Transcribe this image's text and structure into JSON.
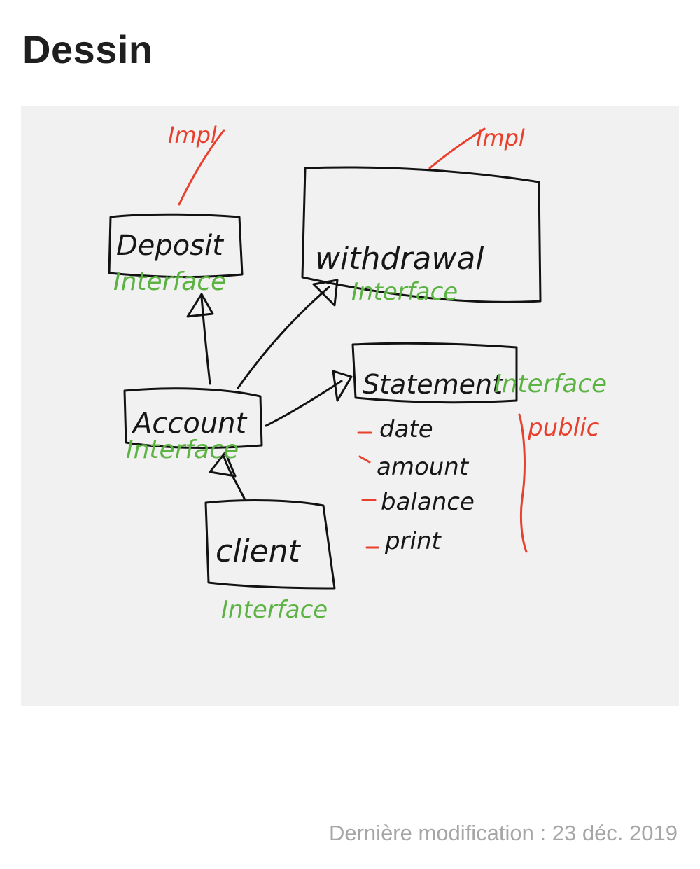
{
  "page": {
    "title": "Dessin",
    "last_modified": "Dernière modification : 23 déc. 2019"
  },
  "drawing": {
    "boxes": {
      "deposit": "Deposit",
      "withdrawal": "withdrawal",
      "account": "Account",
      "statement": "Statement",
      "client": "client"
    },
    "green_labels": {
      "deposit": "Interface",
      "withdrawal": "Interface",
      "account": "Interface",
      "statement": "Interface",
      "client": "Interface"
    },
    "red_labels": {
      "impl_left": "Impl",
      "impl_right": "Impl",
      "public": "public"
    },
    "statement_fields": [
      "date",
      "amount",
      "balance",
      "print"
    ],
    "colors": {
      "ink": "#121212",
      "interface": "#5bb341",
      "annotation": "#e8402d",
      "canvas": "#f1f1f1"
    }
  }
}
